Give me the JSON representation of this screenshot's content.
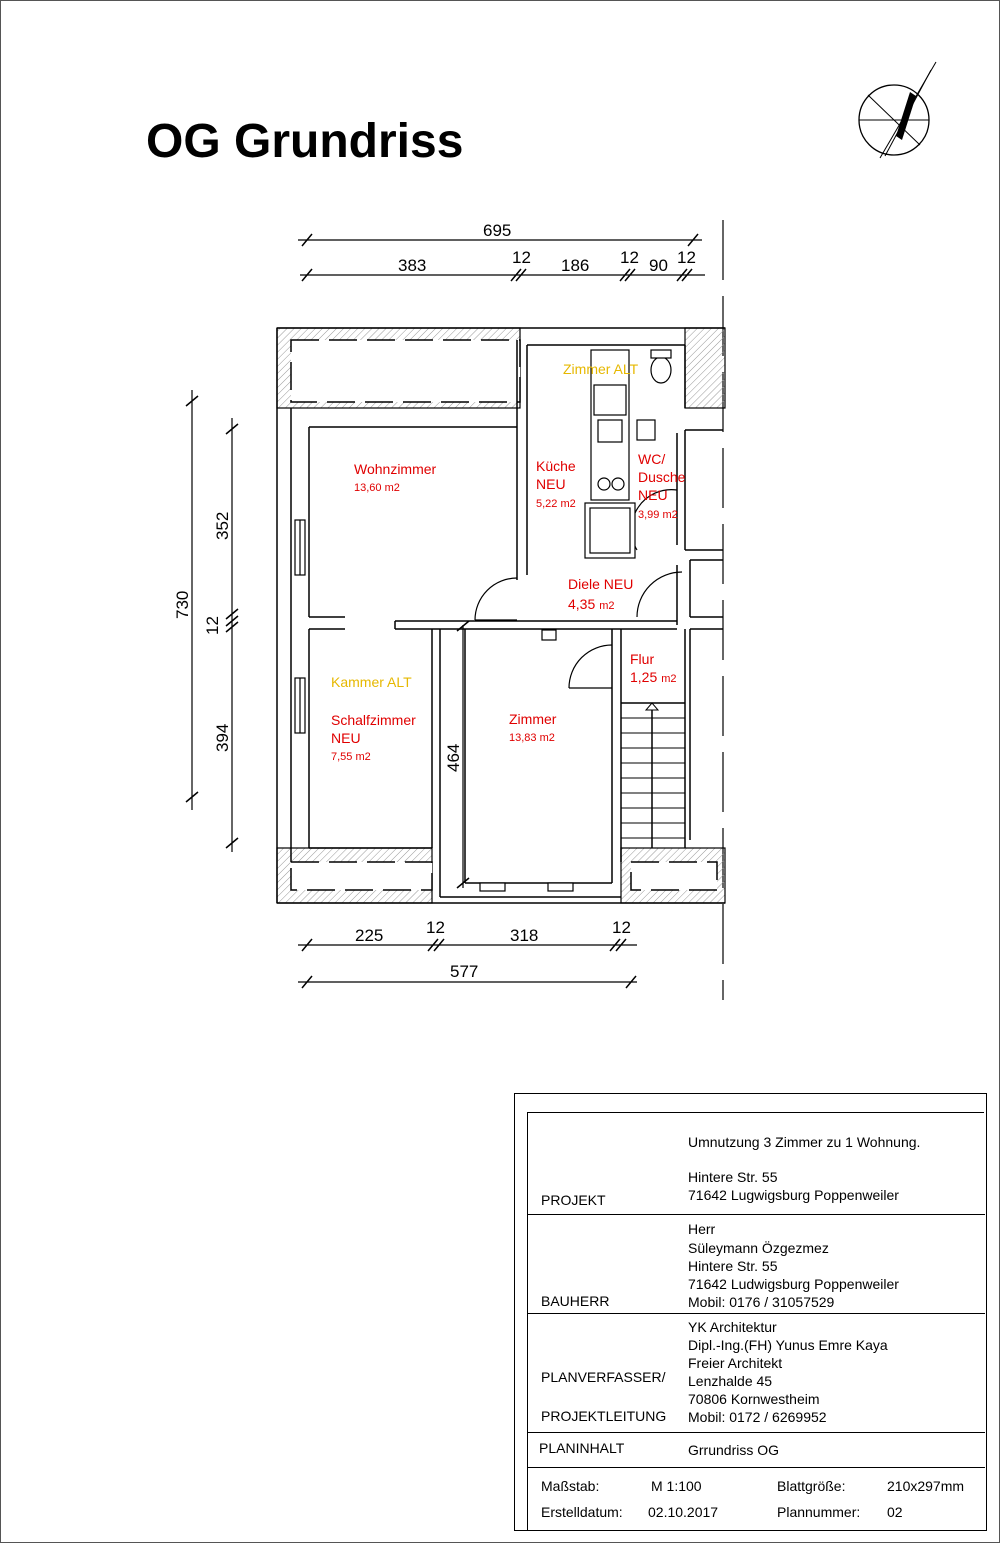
{
  "title": "OG Grundriss",
  "dimensions": {
    "top_total": "695",
    "top_383": "383",
    "top_12a": "12",
    "top_186": "186",
    "top_12b": "12",
    "top_90": "90",
    "top_12c": "12",
    "left_total": "730",
    "left_352": "352",
    "left_12": "12",
    "left_394": "394",
    "inner_464": "464",
    "bottom_225": "225",
    "bottom_12a": "12",
    "bottom_318": "318",
    "bottom_12b": "12",
    "bottom_total": "577"
  },
  "rooms": {
    "zimmer_alt": "Zimmer ALT",
    "wohnzimmer": "Wohnzimmer",
    "wohnzimmer_area": "13,60 m2",
    "kueche_1": "Küche",
    "kueche_2": "NEU",
    "kueche_area": "5,22 m2",
    "wc_1": "WC/",
    "wc_2": "Dusche",
    "wc_3": "NEU",
    "wc_area": "3,99 m2",
    "diele": "Diele NEU",
    "diele_area_num": "4,35",
    "diele_area_unit": "m2",
    "flur": "Flur",
    "flur_area_num": "1,25",
    "flur_area_unit": "m2",
    "kammer_alt": "Kammer ALT",
    "schlafzimmer_1": "Schalfzimmer",
    "schlafzimmer_2": "NEU",
    "schlafzimmer_area": "7,55 m2",
    "zimmer": "Zimmer",
    "zimmer_area": "13,83 m2"
  },
  "colors": {
    "room_new": "#e00000",
    "room_old": "#e6b800",
    "line": "#000000"
  },
  "title_block": {
    "projekt_label": "PROJEKT",
    "projekt_line1": "Umnutzung 3 Zimmer zu 1 Wohnung.",
    "projekt_line2": "Hintere Str. 55",
    "projekt_line3": "71642 Lugwigsburg Poppenweiler",
    "bauherr_label": "BAUHERR",
    "bauherr_line1": "Herr",
    "bauherr_line2": "Süleymann Özgezmez",
    "bauherr_line3": "Hintere Str. 55",
    "bauherr_line4": "71642 Ludwigsburg Poppenweiler",
    "bauherr_line5": "Mobil: 0176 / 31057529",
    "planverfasser_label": "PLANVERFASSER/",
    "projektleitung_label": "PROJEKTLEITUNG",
    "pv_line1": "YK Architektur",
    "pv_line2": "Dipl.-Ing.(FH) Yunus Emre Kaya",
    "pv_line3": "Freier Architekt",
    "pv_line4": "Lenzhalde 45",
    "pv_line5": "70806 Kornwestheim",
    "pv_line6": "Mobil: 0172 / 6269952",
    "planinhalt_label": "PLANINHALT",
    "planinhalt_value": "Grrundriss OG",
    "massstab_label": "Maßstab:",
    "massstab_value": "M 1:100",
    "blattgroesse_label": "Blattgröße:",
    "blattgroesse_value": "210x297mm",
    "erstelldatum_label": "Erstelldatum:",
    "erstelldatum_value": "02.10.2017",
    "plannummer_label": "Plannummer:",
    "plannummer_value": "02"
  }
}
